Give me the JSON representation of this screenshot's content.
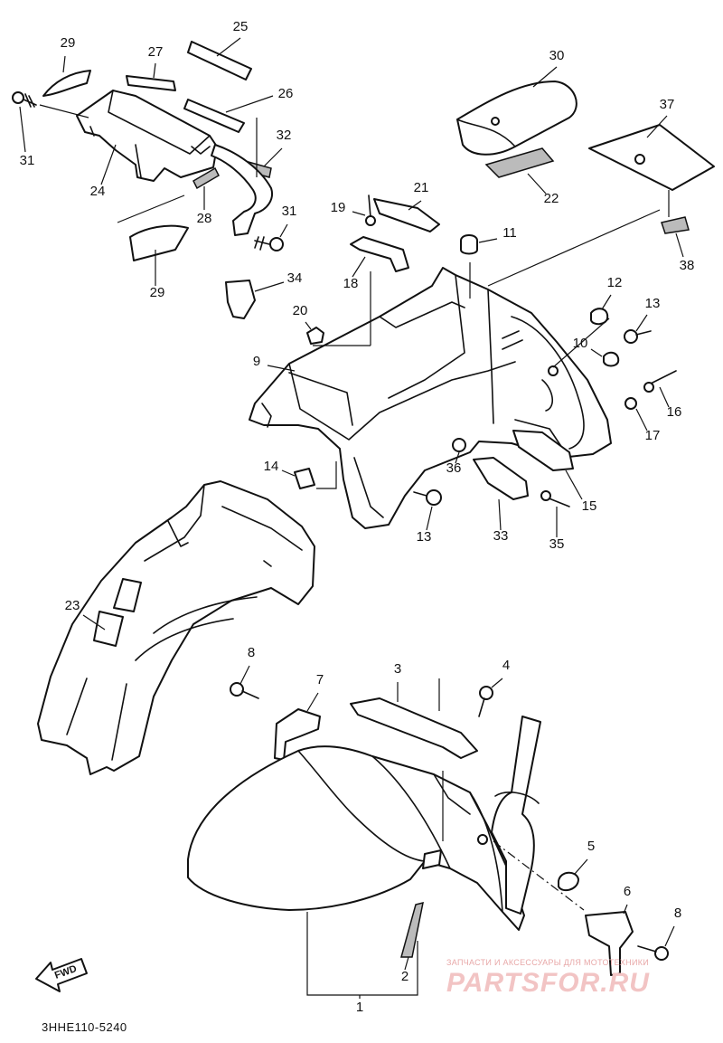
{
  "diagram_code": "3HHE110-5240",
  "fwd_label": "FWD",
  "watermark": {
    "caption": "ЗАПЧАСТИ И АКСЕССУАРЫ ДЛЯ МОТОТЕХНИКИ",
    "logo": "PARTSFOR.RU"
  },
  "callouts": [
    {
      "id": "29a",
      "num": "29"
    },
    {
      "id": "27",
      "num": "27"
    },
    {
      "id": "25",
      "num": "25"
    },
    {
      "id": "26",
      "num": "26"
    },
    {
      "id": "30",
      "num": "30"
    },
    {
      "id": "37",
      "num": "37"
    },
    {
      "id": "31a",
      "num": "31"
    },
    {
      "id": "24",
      "num": "24"
    },
    {
      "id": "32",
      "num": "32"
    },
    {
      "id": "28",
      "num": "28"
    },
    {
      "id": "31b",
      "num": "31"
    },
    {
      "id": "29b",
      "num": "29"
    },
    {
      "id": "22",
      "num": "22"
    },
    {
      "id": "19",
      "num": "19"
    },
    {
      "id": "21",
      "num": "21"
    },
    {
      "id": "11",
      "num": "11"
    },
    {
      "id": "38",
      "num": "38"
    },
    {
      "id": "18",
      "num": "18"
    },
    {
      "id": "34",
      "num": "34"
    },
    {
      "id": "12",
      "num": "12"
    },
    {
      "id": "13a",
      "num": "13"
    },
    {
      "id": "20",
      "num": "20"
    },
    {
      "id": "10",
      "num": "10"
    },
    {
      "id": "9",
      "num": "9"
    },
    {
      "id": "16",
      "num": "16"
    },
    {
      "id": "17",
      "num": "17"
    },
    {
      "id": "14",
      "num": "14"
    },
    {
      "id": "36",
      "num": "36"
    },
    {
      "id": "15",
      "num": "15"
    },
    {
      "id": "13b",
      "num": "13"
    },
    {
      "id": "33",
      "num": "33"
    },
    {
      "id": "35",
      "num": "35"
    },
    {
      "id": "23",
      "num": "23"
    },
    {
      "id": "8a",
      "num": "8"
    },
    {
      "id": "7",
      "num": "7"
    },
    {
      "id": "3",
      "num": "3"
    },
    {
      "id": "4",
      "num": "4"
    },
    {
      "id": "5",
      "num": "5"
    },
    {
      "id": "6",
      "num": "6"
    },
    {
      "id": "8b",
      "num": "8"
    },
    {
      "id": "2",
      "num": "2"
    },
    {
      "id": "1",
      "num": "1"
    }
  ]
}
